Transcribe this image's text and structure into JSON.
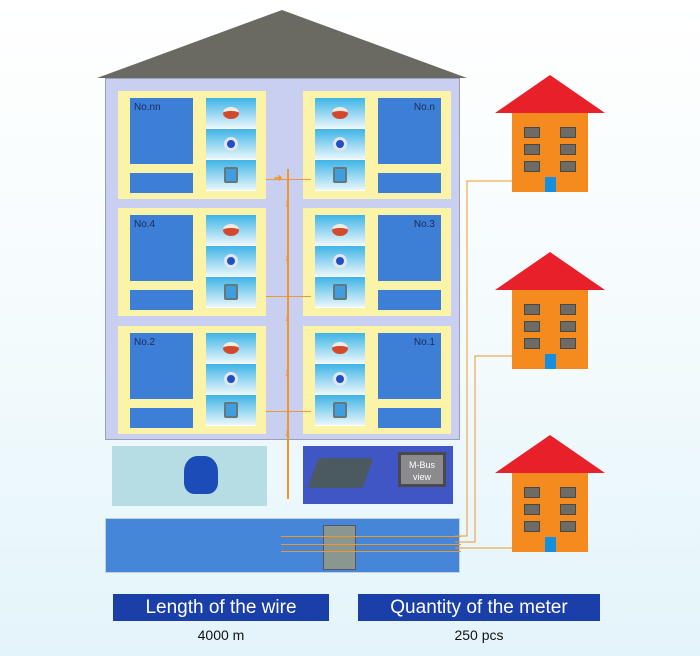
{
  "diagram": {
    "units": [
      {
        "id": "No.nn",
        "side": "left",
        "row": 0
      },
      {
        "id": "No.n",
        "side": "right",
        "row": 0
      },
      {
        "id": "No.4",
        "side": "left",
        "row": 1
      },
      {
        "id": "No.3",
        "side": "right",
        "row": 1
      },
      {
        "id": "No.2",
        "side": "left",
        "row": 2
      },
      {
        "id": "No.1",
        "side": "right",
        "row": 2
      }
    ],
    "meters_per_unit": [
      "hot-water-meter",
      "cold-water-meter",
      "heat-meter"
    ],
    "ground_floor": {
      "meter": "bulk-water-meter",
      "concentrator": "m-bus-master",
      "display_label": "M-Bus view"
    },
    "basement": {
      "device": "m-bus-repeater"
    },
    "external_houses": 3,
    "colors": {
      "building": "#c9cff0",
      "unit": "#fbf3a8",
      "room": "#3d7fd6",
      "wire": "#f0962c",
      "roof": "#6b6a62",
      "house_roof": "#e8202a",
      "house_body": "#f58a1f",
      "badge": "#1a3fa8"
    }
  },
  "stats": [
    {
      "label": "Length of the wire",
      "value": "4000 m"
    },
    {
      "label": "Quantity of the meter",
      "value": "250 pcs"
    }
  ]
}
